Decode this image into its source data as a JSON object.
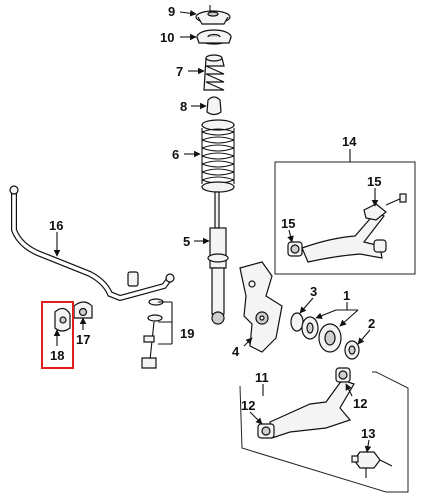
{
  "diagram": {
    "callouts": {
      "c1": "1",
      "c2": "2",
      "c3": "3",
      "c4": "4",
      "c5": "5",
      "c6": "6",
      "c7": "7",
      "c8": "8",
      "c9": "9",
      "c10": "10",
      "c11": "11",
      "c12a": "12",
      "c12b": "12",
      "c13": "13",
      "c14": "14",
      "c15a": "15",
      "c15b": "15",
      "c16": "16",
      "c17": "17",
      "c18": "18",
      "c19": "19"
    },
    "highlight_part": "18",
    "colors": {
      "highlight": "#e02020",
      "line": "#111111",
      "part_fill": "#f4f4f4"
    }
  }
}
